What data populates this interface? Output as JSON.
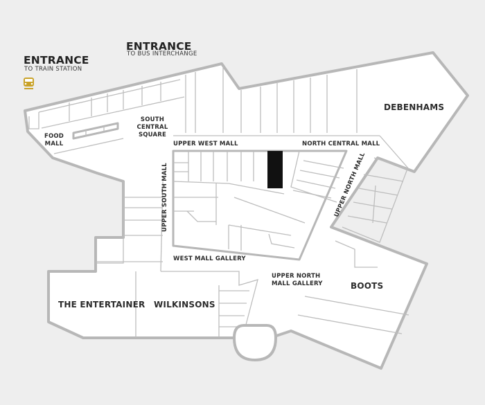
{
  "entrances": {
    "train": {
      "title": "ENTRANCE",
      "subtitle": "TO TRAIN STATION",
      "icon": "train-icon"
    },
    "bus": {
      "title": "ENTRANCE",
      "subtitle": "TO BUS INTERCHANGE"
    }
  },
  "areas": {
    "food_mall": [
      "FOOD",
      "MALL"
    ],
    "south_central_square": [
      "SOUTH",
      "CENTRAL",
      "SQUARE"
    ],
    "upper_west_mall": "UPPER WEST MALL",
    "north_central_mall": "NORTH CENTRAL MALL",
    "upper_north_mall": "UPPER NORTH MALL",
    "upper_south_mall": "UPPER SOUTH MALL",
    "west_mall_gallery": "WEST MALL GALLERY",
    "upper_north_mall_gallery": [
      "UPPER NORTH",
      "MALL GALLERY"
    ]
  },
  "stores": {
    "debenhams": "DEBENHAMS",
    "boots": "BOOTS",
    "the_entertainer": "THE ENTERTAINER",
    "wilkinsons": "WILKINSONS"
  },
  "colors": {
    "background": "#eeeeee",
    "floor": "#ffffff",
    "wall": "#b7b7b7",
    "highlight_unit": "#111111",
    "train_icon": "#c9a227"
  }
}
